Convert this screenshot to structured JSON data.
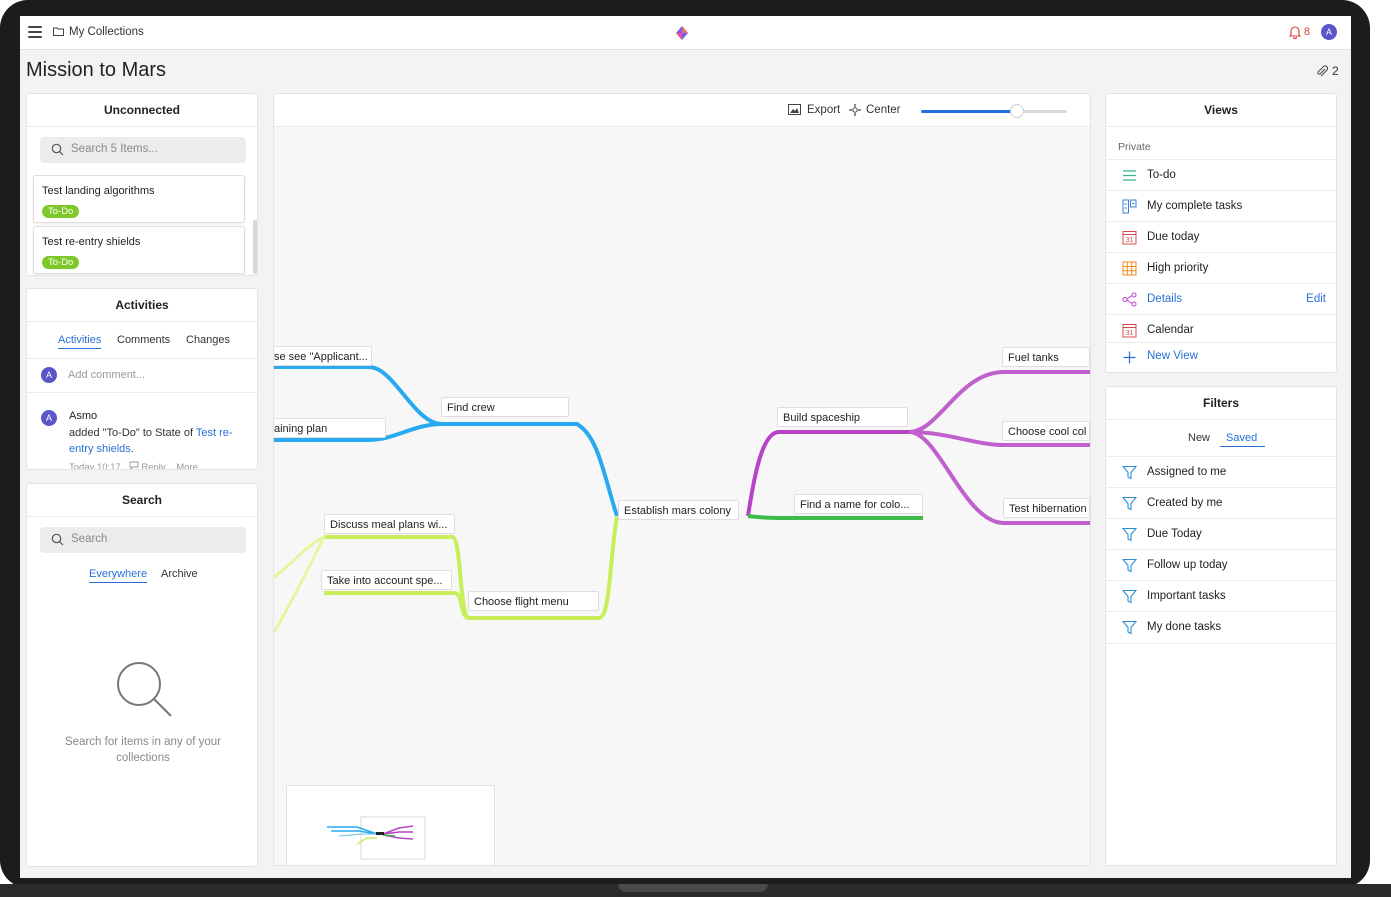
{
  "topbar": {
    "breadcrumb": "My Collections",
    "notification_count": "8",
    "avatar_initial": "A"
  },
  "page": {
    "title": "Mission to Mars",
    "attachment_count": "2"
  },
  "unconnected": {
    "title": "Unconnected",
    "search_placeholder": "Search 5 Items...",
    "items": [
      {
        "title": "Test landing algorithms",
        "badge": "To-Do"
      },
      {
        "title": "Test re-entry shields",
        "badge": "To-Do"
      }
    ]
  },
  "activities": {
    "title": "Activities",
    "tabs": [
      "Activities",
      "Comments",
      "Changes"
    ],
    "comment_avatar": "A",
    "comment_placeholder": "Add comment...",
    "entry": {
      "avatar": "A",
      "user": "Asmo",
      "text_prefix": "added \"To-Do\" to State of ",
      "link": "Test re-entry shields",
      "text_suffix": ".",
      "time": "Today 10:17",
      "reply": "Reply",
      "more": "More"
    }
  },
  "search_panel": {
    "title": "Search",
    "placeholder": "Search",
    "tabs": [
      "Everywhere",
      "Archive"
    ],
    "hint": "Search for items in any of your collections"
  },
  "canvas": {
    "export_label": "Export",
    "center_label": "Center",
    "zoom_fraction": 0.66,
    "nodes": {
      "root": "Establish mars colony",
      "find_crew": "Find crew",
      "applicant": "se see \"Applicant...",
      "training": "aining plan",
      "flight_menu": "Choose flight menu",
      "meal_plans": "Discuss meal plans wi...",
      "account": "Take into account spe...",
      "spaceship": "Build spaceship",
      "fuel": "Fuel tanks",
      "cool_col": "Choose cool col",
      "hibernation": "Test hibernation",
      "colony_name": "Find a name for colo..."
    }
  },
  "views": {
    "title": "Views",
    "section": "Private",
    "items": [
      {
        "label": "To-do",
        "icon": "list-icon"
      },
      {
        "label": "My complete tasks",
        "icon": "board-icon"
      },
      {
        "label": "Due today",
        "icon": "calendar-icon"
      },
      {
        "label": "High priority",
        "icon": "table-icon"
      },
      {
        "label": "Details",
        "icon": "mindmap-icon",
        "action": "Edit"
      },
      {
        "label": "Calendar",
        "icon": "calendar-icon"
      }
    ],
    "new_view": "New View"
  },
  "filters": {
    "title": "Filters",
    "tabs": [
      "New",
      "Saved"
    ],
    "items": [
      "Assigned to me",
      "Created by me",
      "Due Today",
      "Follow up today",
      "Important tasks",
      "My done tasks"
    ]
  },
  "colors": {
    "accent": "#2a6fd6",
    "blue_branch": "#29aaf0",
    "lime_branch": "#c8ee5a",
    "purple_branch": "#b545c5",
    "green_branch": "#3dbb4a",
    "badge": "#7ec82a"
  }
}
